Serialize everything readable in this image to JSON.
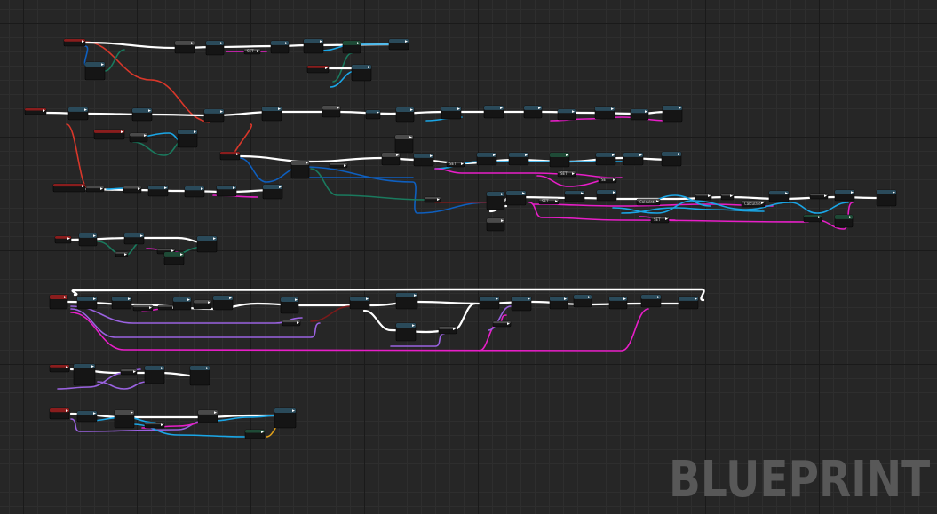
{
  "window": {
    "title": "Event Graph"
  },
  "watermark": {
    "text": "BLUEPRINT"
  },
  "colors": {
    "background": "#262626",
    "exec_wire": "#ffffff",
    "object_wire": "#0e5fbf",
    "vector_wire": "#1aa6e6",
    "struct_wire": "#1a7a5e",
    "float_wire": "#9a62e0",
    "string_wire": "#e81ec8",
    "delegate_wire": "#d8372a",
    "bool_wire": "#7a1a1a",
    "byte_wire": "#e0a01a",
    "event_node": "#8a1d1d",
    "function_node": "#2a4a5a",
    "pure_node": "#4a4a4a",
    "variable_node": "#1e4a36"
  },
  "node_labels": {
    "set": "SET",
    "calculate": "Calculate"
  }
}
